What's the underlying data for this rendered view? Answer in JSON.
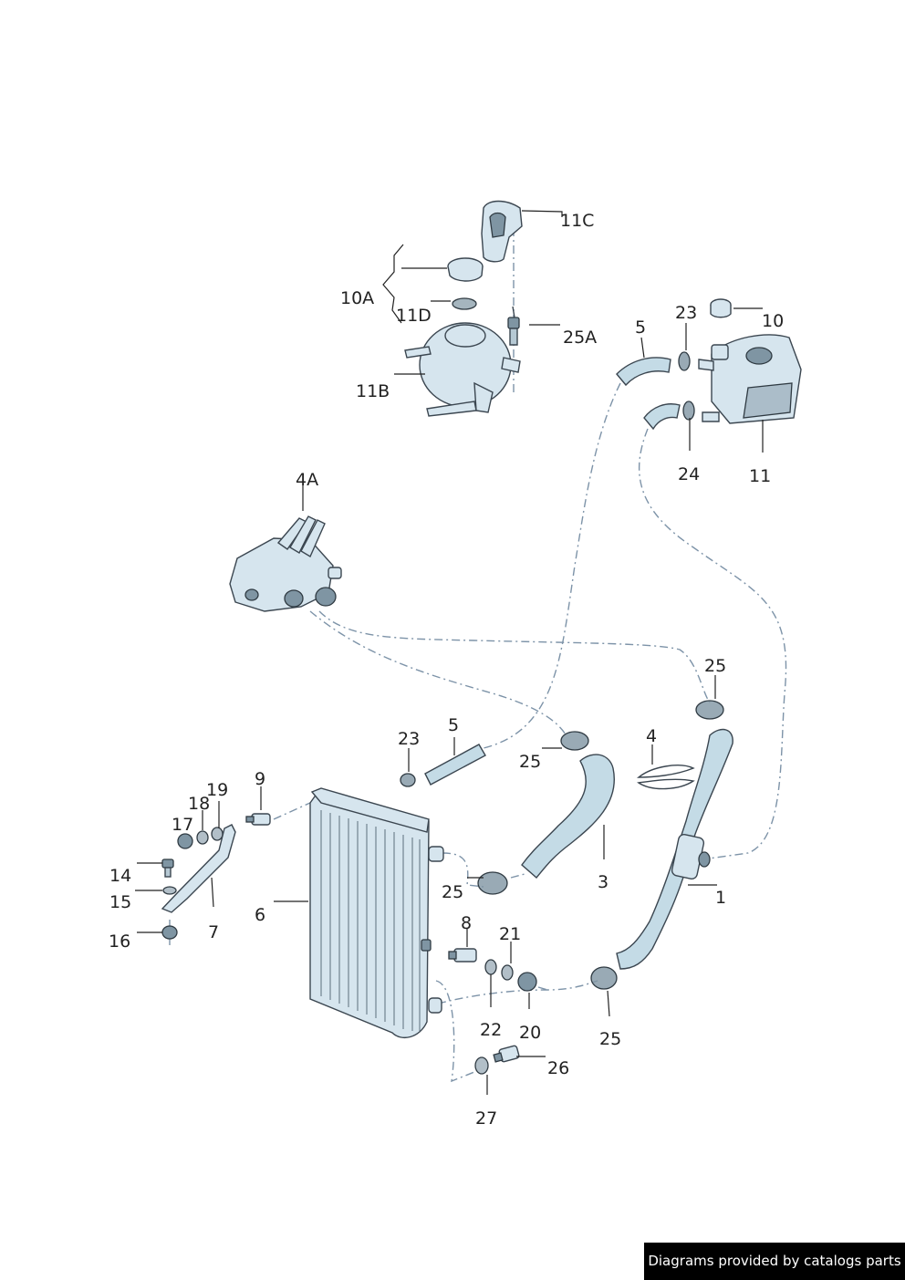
{
  "diagram": {
    "labels": [
      {
        "id": "11C",
        "text": "11C"
      },
      {
        "id": "10A",
        "text": "10A"
      },
      {
        "id": "11D",
        "text": "11D"
      },
      {
        "id": "25A",
        "text": "25A"
      },
      {
        "id": "11B",
        "text": "11B"
      },
      {
        "id": "5a",
        "text": "5"
      },
      {
        "id": "23a",
        "text": "23"
      },
      {
        "id": "10",
        "text": "10"
      },
      {
        "id": "24",
        "text": "24"
      },
      {
        "id": "11",
        "text": "11"
      },
      {
        "id": "4A",
        "text": "4A"
      },
      {
        "id": "25a",
        "text": "25"
      },
      {
        "id": "23b",
        "text": "23"
      },
      {
        "id": "5b",
        "text": "5"
      },
      {
        "id": "4",
        "text": "4"
      },
      {
        "id": "25b",
        "text": "25"
      },
      {
        "id": "9",
        "text": "9"
      },
      {
        "id": "19",
        "text": "19"
      },
      {
        "id": "18",
        "text": "18"
      },
      {
        "id": "17",
        "text": "17"
      },
      {
        "id": "14",
        "text": "14"
      },
      {
        "id": "15",
        "text": "15"
      },
      {
        "id": "16",
        "text": "16"
      },
      {
        "id": "7",
        "text": "7"
      },
      {
        "id": "6",
        "text": "6"
      },
      {
        "id": "25c",
        "text": "25"
      },
      {
        "id": "3",
        "text": "3"
      },
      {
        "id": "1",
        "text": "1"
      },
      {
        "id": "8",
        "text": "8"
      },
      {
        "id": "21",
        "text": "21"
      },
      {
        "id": "22",
        "text": "22"
      },
      {
        "id": "20",
        "text": "20"
      },
      {
        "id": "25d",
        "text": "25"
      },
      {
        "id": "26",
        "text": "26"
      },
      {
        "id": "27",
        "text": "27"
      }
    ]
  },
  "footer": {
    "text": "Diagrams provided by catalogs parts"
  }
}
